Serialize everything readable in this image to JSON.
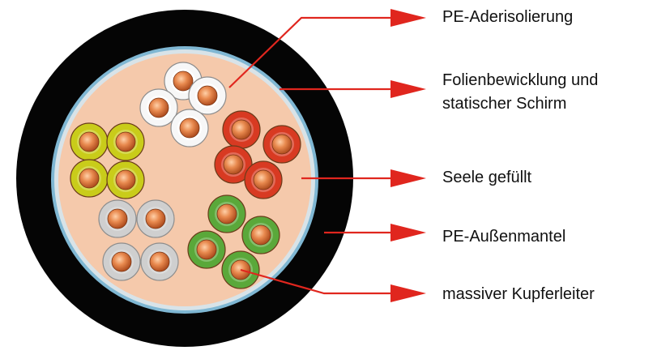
{
  "colors": {
    "jacket": "#050505",
    "filling": "#f5c9ab",
    "foil_shield": "#7fb7d3",
    "arrow": "#e0261e",
    "copper_light": "#f0a070",
    "copper_dark": "#b8551f",
    "core_white": "#f7f7f7",
    "core_red": "#d83a22",
    "core_yellow": "#c9cc1a",
    "core_grey": "#cfcfcf",
    "core_green": "#5aa83a"
  },
  "labels": {
    "insulation": "PE-Aderisolierung",
    "foil_shield_line1": "Folienbewicklung und",
    "foil_shield_line2": "statischer Schirm",
    "filled_core": "Seele gefüllt",
    "outer_jacket": "PE-Außenmantel",
    "conductor": "massiver Kupferleiter"
  },
  "quads": [
    {
      "name": "white",
      "color_key": "core_white"
    },
    {
      "name": "red",
      "color_key": "core_red"
    },
    {
      "name": "yellow",
      "color_key": "core_yellow"
    },
    {
      "name": "grey",
      "color_key": "core_grey"
    },
    {
      "name": "green",
      "color_key": "core_green"
    }
  ]
}
